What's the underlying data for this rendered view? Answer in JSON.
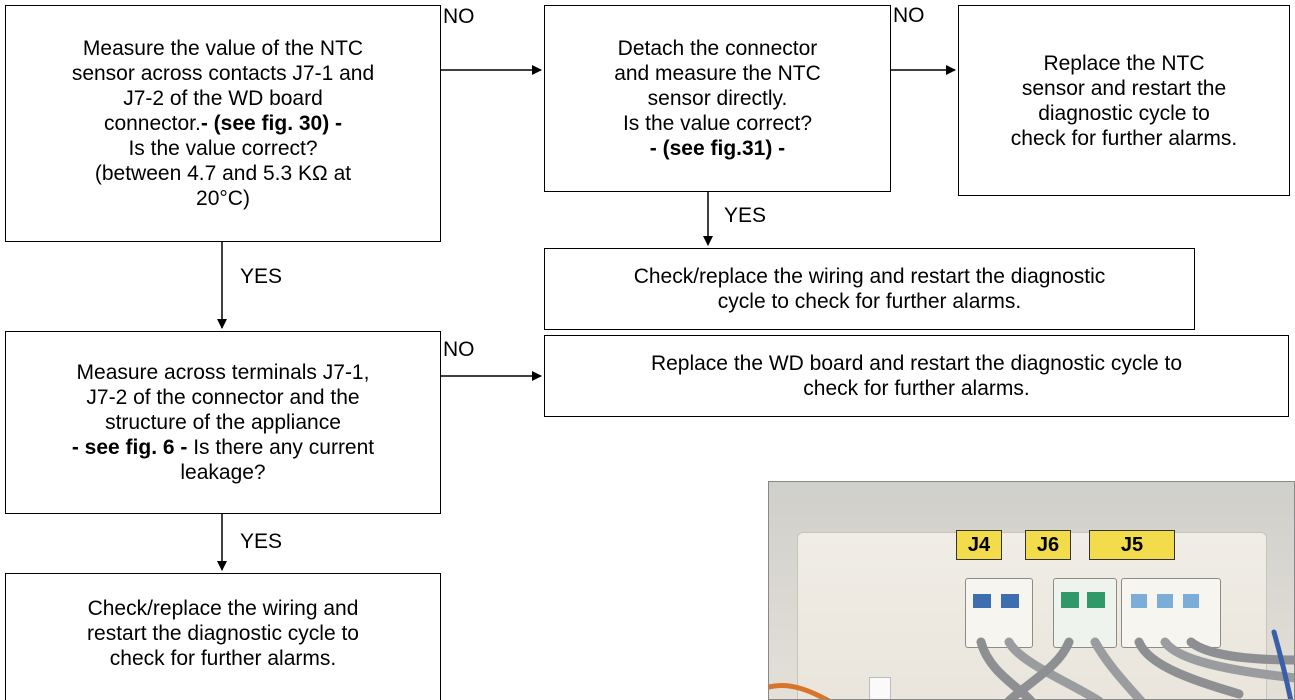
{
  "diagram": {
    "box_measure_ntc": {
      "line1": "Measure the value of the NTC",
      "line2": "sensor across contacts J7-1 and",
      "line3": "J7-2 of the WD board",
      "line4a": "connector.",
      "line4b": "- (see fig. 30) -",
      "line5": "Is the value correct?",
      "line6": "(between 4.7 and 5.3 KΩ at",
      "line7": "20°C)"
    },
    "box_detach_connector": {
      "line1": "Detach the connector",
      "line2": "and measure the NTC",
      "line3": "sensor directly.",
      "line4": "Is the value correct?",
      "line5": "- (see fig.31) -"
    },
    "box_replace_ntc": {
      "line1": "Replace the NTC",
      "line2": "sensor and restart the",
      "line3": "diagnostic cycle to",
      "line4": "check for further alarms."
    },
    "box_check_wiring_1": {
      "line1": "Check/replace the wiring and restart the diagnostic",
      "line2": "cycle to check for further alarms."
    },
    "box_measure_leakage": {
      "line1": "Measure across terminals J7-1,",
      "line2": "J7-2 of the connector and the",
      "line3": "structure of the appliance",
      "line4a": "- see fig. 6 -",
      "line4b": " Is there any current",
      "line5": "leakage?"
    },
    "box_replace_board": {
      "line1": "Replace the WD board and restart the diagnostic cycle to",
      "line2": "check for further alarms."
    },
    "box_check_wiring_2": {
      "line1": "Check/replace the wiring and",
      "line2": "restart the diagnostic cycle to",
      "line3": "check for further alarms."
    },
    "labels": {
      "no1": "NO",
      "no2": "NO",
      "no3": "NO",
      "yes1": "YES",
      "yes2": "YES",
      "yes3": "YES"
    },
    "photo": {
      "tag_j4": "J4",
      "tag_j6": "J6",
      "tag_j5": "J5"
    }
  }
}
